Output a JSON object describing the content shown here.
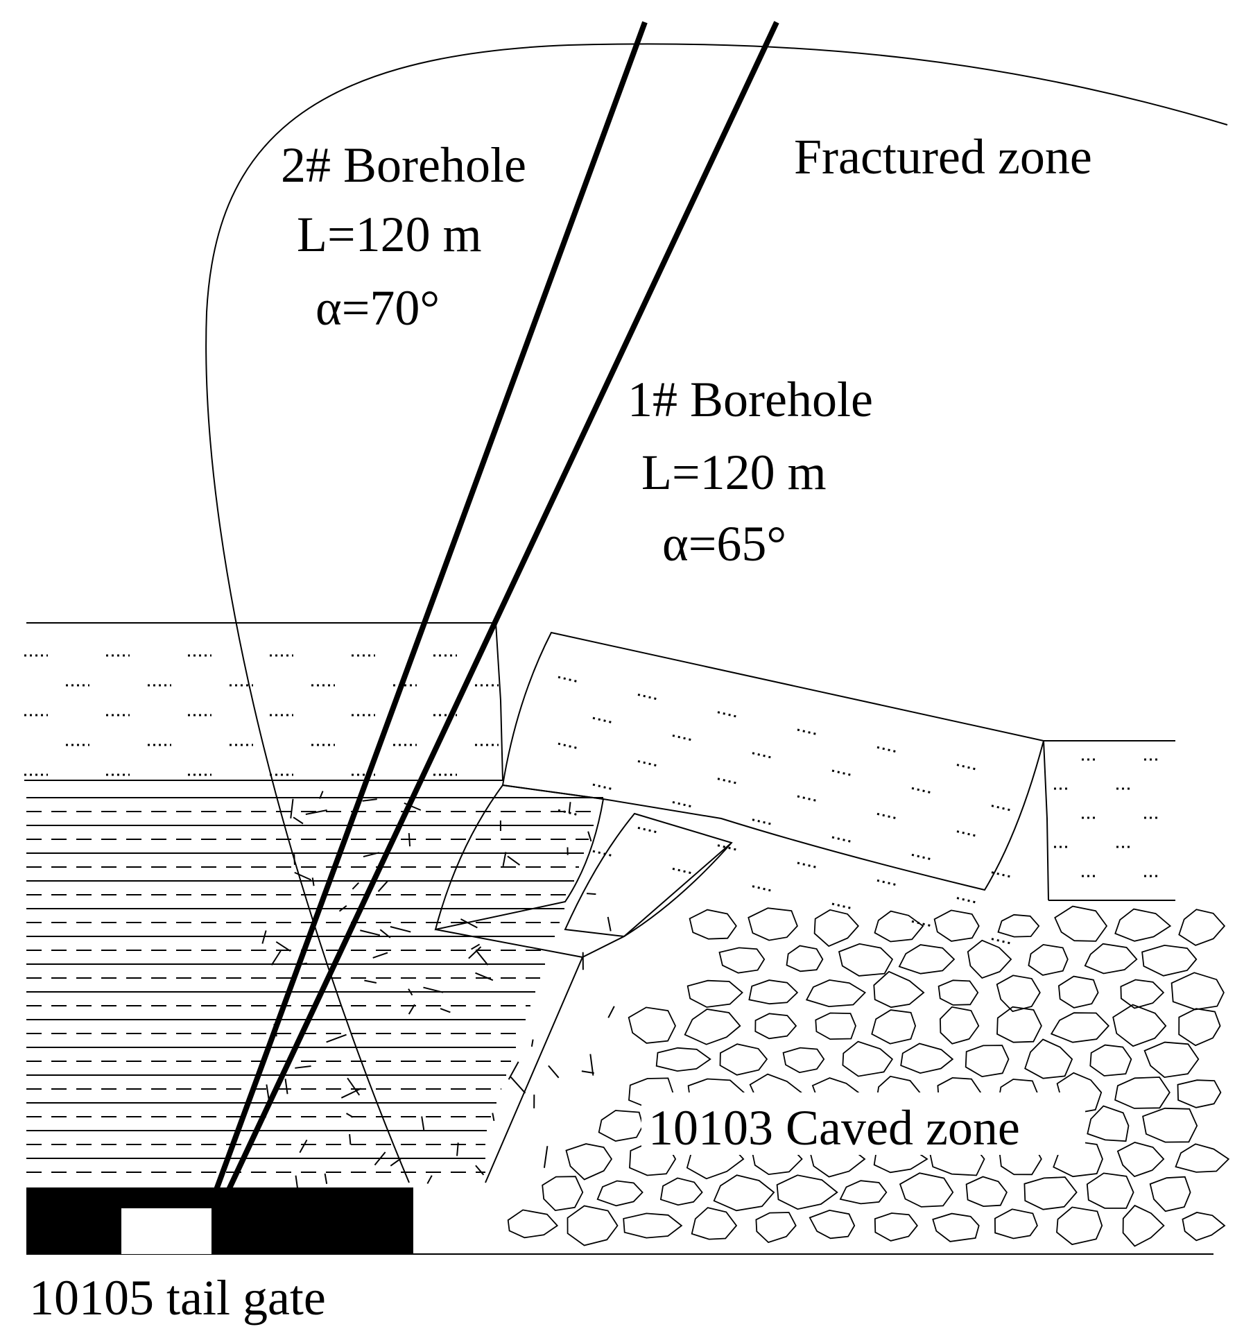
{
  "labels": {
    "fractured_zone": "Fractured zone",
    "borehole2_name": "2# Borehole",
    "borehole2_length": "L=120 m",
    "borehole2_angle": "α=70°",
    "borehole1_name": "1# Borehole",
    "borehole1_length": "L=120 m",
    "borehole1_angle": "α=65°",
    "caved_zone": "10103 Caved zone",
    "tail_gate": "10105 tail gate"
  },
  "boreholes": [
    {
      "name": "2# Borehole",
      "length_m": 120,
      "angle_deg": 70
    },
    {
      "name": "1# Borehole",
      "length_m": 120,
      "angle_deg": 65
    }
  ],
  "colors": {
    "ink": "#000000",
    "background": "#ffffff"
  }
}
